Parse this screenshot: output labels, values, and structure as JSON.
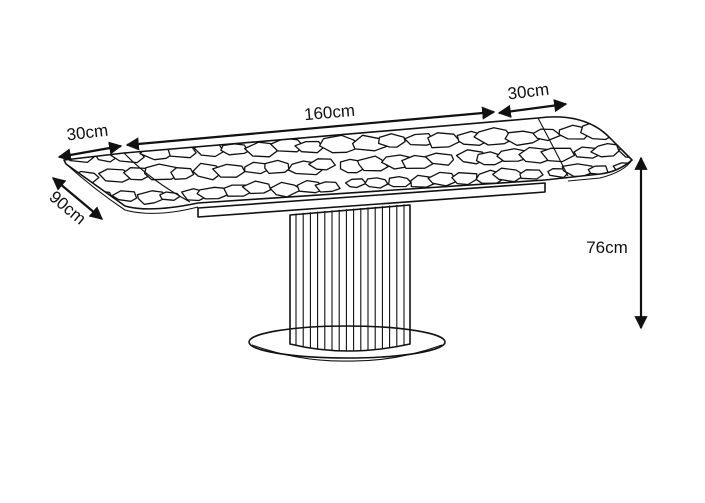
{
  "dimensions": {
    "left_extension": "30cm",
    "center_length": "160cm",
    "right_extension": "30cm",
    "depth": "90cm",
    "height": "76cm"
  }
}
